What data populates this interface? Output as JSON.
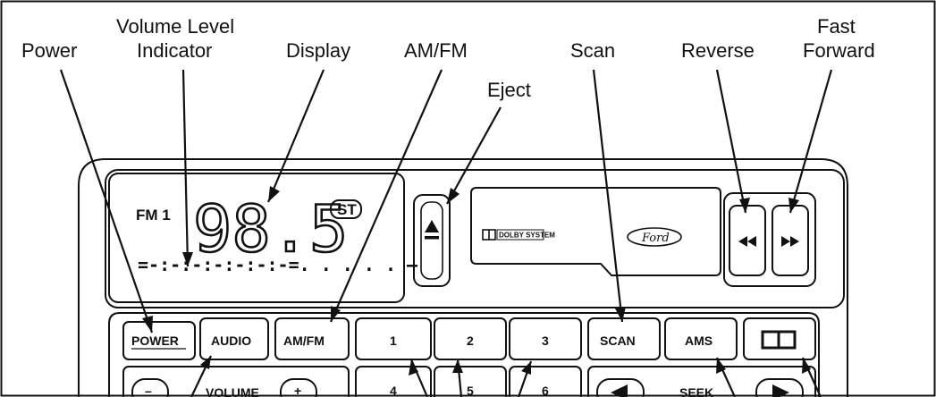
{
  "callouts": {
    "power": "Power",
    "volume_level_1": "Volume Level",
    "volume_level_2": "Indicator",
    "display": "Display",
    "amfm": "AM/FM",
    "eject": "Eject",
    "scan": "Scan",
    "reverse": "Reverse",
    "fast_forward_1": "Fast",
    "fast_forward_2": "Forward"
  },
  "display": {
    "band": "FM 1",
    "frequency": "98.5",
    "stereo": "ST",
    "level_bar": "=-:-:-:-:-:-:-=. . . . . –"
  },
  "tape": {
    "dolby_text": "DOLBY SYSTEM",
    "brand": "Ford"
  },
  "buttons": {
    "power": "POWER",
    "audio": "AUDIO",
    "amfm": "AM/FM",
    "preset_1": "1",
    "preset_2": "2",
    "preset_3": "3",
    "preset_4": "4",
    "preset_5": "5",
    "preset_6": "6",
    "scan": "SCAN",
    "ams": "AMS",
    "volume": "VOLUME",
    "vol_minus": "–",
    "vol_plus": "+",
    "seek": "SEEK"
  },
  "icons": {
    "eject": "eject-icon",
    "rewind": "rewind-icon",
    "fast_forward": "fast-forward-icon",
    "dolby": "dolby-icon",
    "seek_left": "seek-left-icon",
    "seek_right": "seek-right-icon"
  }
}
